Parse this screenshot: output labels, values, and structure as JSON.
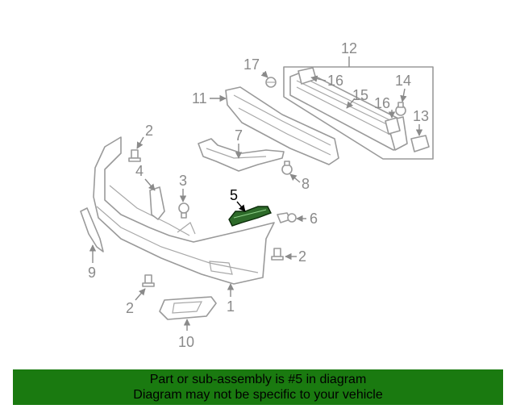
{
  "callouts": {
    "c1": "1",
    "c2a": "2",
    "c2b": "2",
    "c2c": "2",
    "c3": "3",
    "c4": "4",
    "c5": "5",
    "c6": "6",
    "c7": "7",
    "c8": "8",
    "c9": "9",
    "c10": "10",
    "c11": "11",
    "c12": "12",
    "c13": "13",
    "c14": "14",
    "c15": "15",
    "c16a": "16",
    "c16b": "16",
    "c17": "17"
  },
  "highlighted_part": "5",
  "colors": {
    "banner": "#1a7a10",
    "highlight_part": "#2e6b2a",
    "line_gray": "#9a9a9a"
  },
  "banner": {
    "line1": "Part or sub-assembly is #5 in diagram",
    "line2": "Diagram may not be specific to your vehicle"
  }
}
